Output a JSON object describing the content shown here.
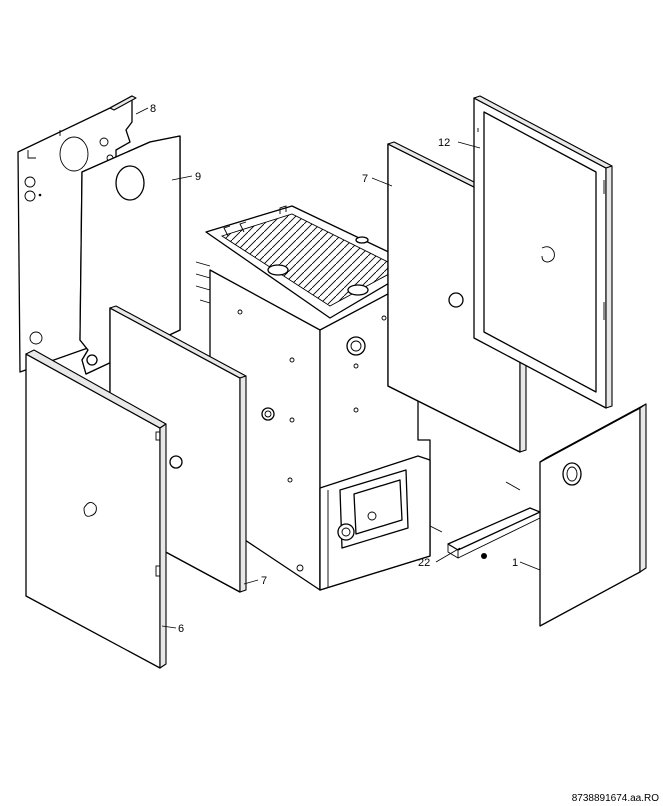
{
  "diagram": {
    "callouts": {
      "c1": "1",
      "c6": "6",
      "c7a": "7",
      "c7b": "7",
      "c8": "8",
      "c9": "9",
      "c12": "12",
      "c22": "22"
    },
    "footer_code": "8738891674.aa.RO"
  }
}
